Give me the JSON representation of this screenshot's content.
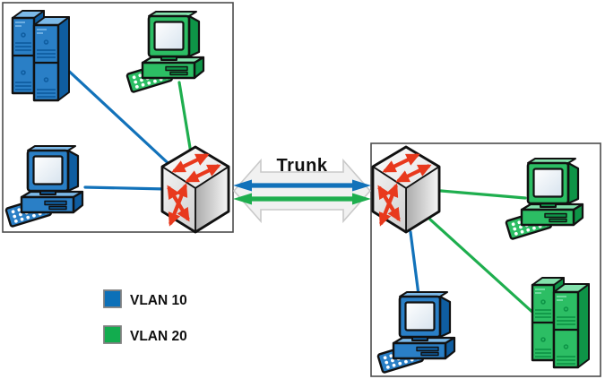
{
  "trunk": {
    "label": "Trunk"
  },
  "colors": {
    "vlan10_line": "#1272BA",
    "vlan20_line": "#1EAE4E",
    "trunk_shadow_fill": "#F1F1F1",
    "trunk_shadow_border": "#C9C9C9",
    "switch_arrow_red": "#E8391D",
    "box_border": "#4D4D4D"
  },
  "legend": {
    "items": [
      {
        "label": "VLAN 10",
        "color": "#0C70B8"
      },
      {
        "label": "VLAN 20",
        "color": "#12AC4E"
      }
    ]
  },
  "sites": {
    "left": {
      "devices": [
        {
          "type": "server-stack",
          "vlan": "VLAN 10"
        },
        {
          "type": "desktop-pc",
          "vlan": "VLAN 20"
        },
        {
          "type": "desktop-pc",
          "vlan": "VLAN 10"
        },
        {
          "type": "switch"
        }
      ]
    },
    "right": {
      "devices": [
        {
          "type": "switch"
        },
        {
          "type": "desktop-pc",
          "vlan": "VLAN 20"
        },
        {
          "type": "desktop-pc",
          "vlan": "VLAN 10"
        },
        {
          "type": "server-stack",
          "vlan": "VLAN 20"
        }
      ]
    }
  },
  "connections": [
    {
      "from": "left-server-stack",
      "to": "left-switch",
      "vlan": "VLAN 10"
    },
    {
      "from": "left-desktop-pc-vlan20",
      "to": "left-switch",
      "vlan": "VLAN 20"
    },
    {
      "from": "left-desktop-pc-vlan10",
      "to": "left-switch",
      "vlan": "VLAN 10"
    },
    {
      "from": "left-switch",
      "to": "right-switch",
      "vlan": "trunk (VLAN 10 + VLAN 20)"
    },
    {
      "from": "right-switch",
      "to": "right-desktop-pc-vlan20",
      "vlan": "VLAN 20"
    },
    {
      "from": "right-switch",
      "to": "right-desktop-pc-vlan10",
      "vlan": "VLAN 10"
    },
    {
      "from": "right-switch",
      "to": "right-server-stack",
      "vlan": "VLAN 20"
    }
  ]
}
